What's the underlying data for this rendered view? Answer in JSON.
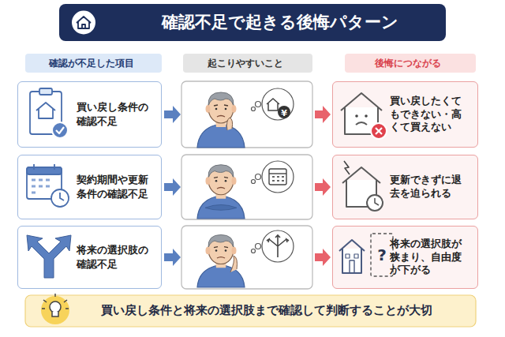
{
  "diagram": {
    "title": "確認不足で起きる後悔パターン",
    "nodes": [
      {
        "text": [
          "確認が不足した項目"
        ]
      },
      {
        "text": [
          "起こりやすいこと"
        ]
      },
      {
        "text": [
          "後悔につながる"
        ]
      },
      {
        "text": [
          "買い戻し条件の確認不足"
        ]
      },
      {
        "text": [
          "買い戻したくてもできない・高くて買えない"
        ]
      },
      {
        "text": [
          "契約期間や更新条件の確認不足"
        ]
      },
      {
        "text": [
          "更新できずに退去を迫られる"
        ]
      },
      {
        "text": [
          "将来の選択肢の確認不足"
        ]
      },
      {
        "text": [
          "将来の選択肢が狭まり、自由度が下がる"
        ]
      },
      {
        "text": [
          "買い戻し条件と将来の選択肢まで確認して判断することが大切"
        ]
      }
    ],
    "labels": [
      "¥",
      "?"
    ]
  }
}
